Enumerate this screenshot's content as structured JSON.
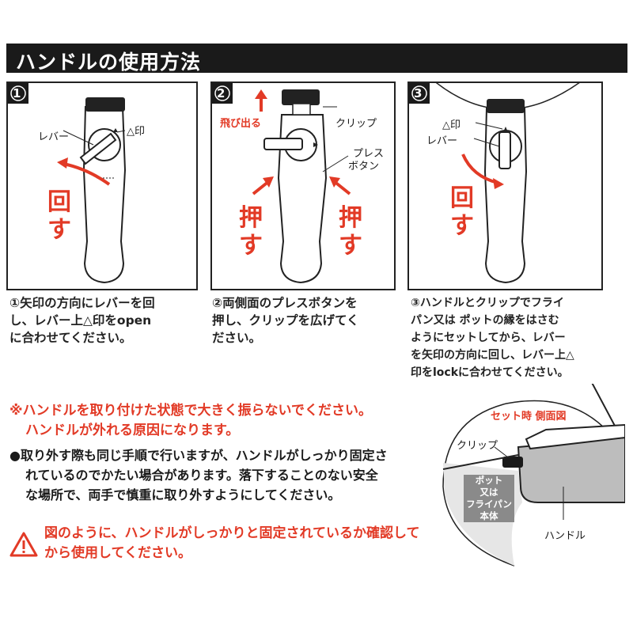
{
  "title": "ハンドルの使用方法",
  "steps": [
    {
      "num": "1",
      "labels": {
        "lever": "レバー",
        "triangle": "△印",
        "turn_1": "回",
        "turn_2": "す"
      },
      "caption": [
        "①矢印の方向にレバーを回",
        "し、レバー上△印をopen",
        "に合わせてください。"
      ]
    },
    {
      "num": "2",
      "labels": {
        "pop": "飛び出る",
        "clip": "クリップ",
        "press_button_1": "プレス",
        "press_button_2": "ボタン",
        "push_1": "押",
        "push_2": "す"
      },
      "caption": [
        "②両側面のプレスボタンを",
        "押し、クリップを広げてく",
        "ださい。"
      ]
    },
    {
      "num": "3",
      "labels": {
        "triangle": "△印",
        "lever": "レバー",
        "turn_1": "回",
        "turn_2": "す"
      },
      "caption": [
        "③ハンドルとクリップでフライ",
        "パン又は ポットの縁をはさむ",
        "ようにセットしてから、レバー",
        "を矢印の方向に回し、レバー上△",
        "印をlockに合わせてください。"
      ]
    }
  ],
  "side_view": {
    "title": "セット時 側面図",
    "clip": "クリップ",
    "pot_label": [
      "ポット",
      "又は",
      "フライパン",
      "本体"
    ],
    "handle": "ハンドル"
  },
  "warning_red": [
    "※ハンドルを取り付けた状態で大きく振らないでください。",
    "ハンドルが外れる原因になります。"
  ],
  "removal_note": [
    "●取り外す際も同じ手順で行いますが、ハンドルがしっかり固定さ",
    "れているのでかたい場合があります。落下することのない安全",
    "な場所で、両手で慎重に取り外すようにしてください。"
  ],
  "caution": [
    "図のように、ハンドルがしっかりと固定されているか確認して",
    "から使用してください。"
  ],
  "colors": {
    "accent": "#e23a26",
    "dark": "#1a1a1a",
    "handle_gray": "#bdbdbd"
  }
}
